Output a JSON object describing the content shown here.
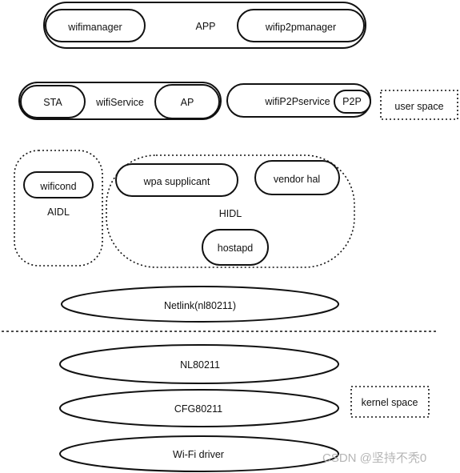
{
  "app_layer": {
    "outer_label": "APP",
    "wifimanager": "wifimanager",
    "wifip2pmanager": "wifip2pmanager"
  },
  "service_layer": {
    "wifi_service": "wifiService",
    "sta": "STA",
    "ap": "AP",
    "wifi_p2p_service": "wifiP2Pservice",
    "p2p": "P2P"
  },
  "user_space_label": "user space",
  "aidl_group": {
    "label": "AIDL",
    "wificond": "wificond"
  },
  "hidl_group": {
    "label": "HIDL",
    "wpa_supplicant": "wpa  supplicant",
    "vendor_hal": "vendor hal",
    "hostapd": "hostapd"
  },
  "netlink": "Netlink(nl80211)",
  "kernel_layers": {
    "nl80211": "NL80211",
    "cfg80211": "CFG80211",
    "wifi_driver": "Wi-Fi driver"
  },
  "kernel_space_label": "kernel space",
  "watermark": "CSDN @坚持不秃0"
}
